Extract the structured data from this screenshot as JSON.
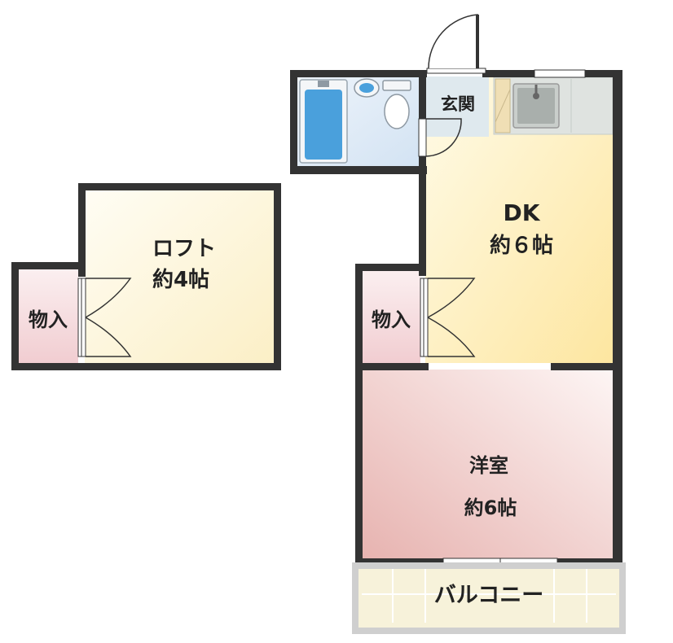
{
  "loft": {
    "name": "ロフト",
    "size": "約4帖"
  },
  "loft_storage": {
    "name": "物入"
  },
  "dk": {
    "name": "DK",
    "size": "約６帖"
  },
  "dk_storage": {
    "name": "物入"
  },
  "entrance": {
    "name": "玄関"
  },
  "western_room": {
    "name": "洋室",
    "size": "約6帖"
  },
  "balcony": {
    "name": "バルコニー"
  },
  "colors": {
    "wall": "#333333",
    "loft_floor": "#fdf6dc",
    "storage_floor": "#f6d9dc",
    "dk_floor": "#fdefb0",
    "western_floor": "#eec5c3",
    "wet_area": "#dde9f6",
    "bathtub": "#4aa0dc",
    "balcony_floor": "#f7f2da"
  }
}
